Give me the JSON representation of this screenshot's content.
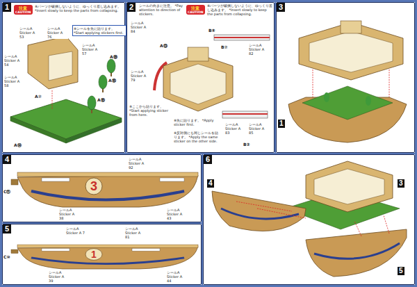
{
  "diagram": {
    "nodes": [
      {
        "text": [
          "1"
        ]
      },
      {
        "text": [
          "注意",
          "CAUTION"
        ],
        "in": 0
      },
      {
        "text": [
          "2"
        ]
      },
      {
        "text": [
          "注意",
          "CAUTION"
        ],
        "in": 2
      },
      {
        "text": [
          "3"
        ]
      },
      {
        "text": [
          "4"
        ]
      },
      {
        "text": [
          "5"
        ]
      },
      {
        "text": [
          "6"
        ]
      }
    ],
    "labels": [
      "※パーツが破損しないように、ゆっくり差し込みます。 *Insert slowly to keep the parts from collapsing.",
      "シールA Sticker A 53",
      "シールA Sticker A 76",
      "※シールを先に貼ります。 *Start applying stickers first.",
      "シールA Sticker A 57",
      "シールA Sticker A 54",
      "シールA Sticker A 58",
      "A⑱",
      "A⑯",
      "A⑯",
      "A⑦",
      "A⑭",
      "※パーツが破損しないように、ゆっくり差し込みます。 *Insert slowly to keep the parts from collapsing.",
      "シールA Sticker A 84",
      "B⑧",
      "シールA Sticker A 82",
      "B⑦",
      "シールA Sticker A 79",
      "A⑬",
      "※ここから貼ります。 *Start applying sticker from here.",
      "※先に貼ります。 *Apply sticker first.",
      "※反対側にも同じシールを貼ります。 *Apply the same sticker on the other side.",
      "シールA Sticker A 83",
      "シールA Sticker A 85",
      "B②",
      "シールの向きに注意。 *Pay attention to direction of stickers.",
      "1",
      "C⑪",
      "シールA Sticker A 92",
      "シールA Sticker A 38",
      "シールA Sticker A 43",
      "3",
      "C⑩",
      "シールA Sticker A 7",
      "シールA Sticker A 81",
      "シールA Sticker A 39",
      "シールA Sticker A 44",
      "1",
      "4",
      "3",
      "5"
    ]
  }
}
